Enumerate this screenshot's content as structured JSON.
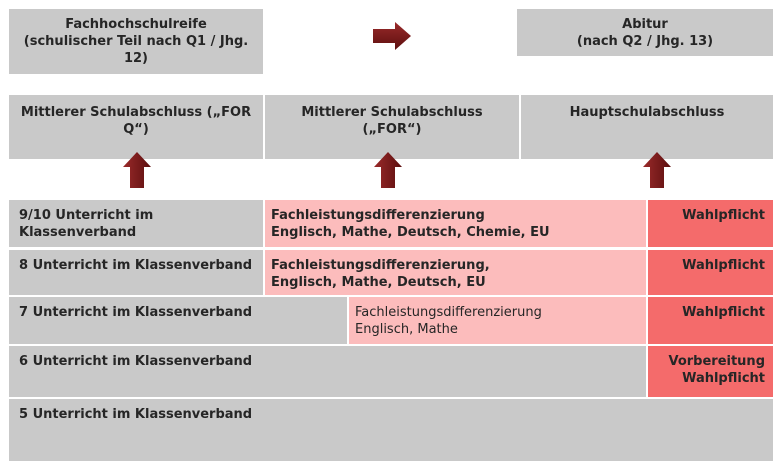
{
  "top": {
    "fachhochschulreife": "Fachhochschulreife\n(schulischer Teil nach Q1 / Jhg. 12)",
    "abitur": "Abitur\n(nach Q2 / Jhg. 13)"
  },
  "abschluss": {
    "mittlerer_for_q": "Mittlerer Schulabschluss („FOR Q“)",
    "mittlerer_for": "Mittlerer Schulabschluss\n(„FOR“)",
    "haupt": "Hauptschulabschluss"
  },
  "rows": {
    "r910": {
      "label": "9/10 Unterricht im\nKlassenverband",
      "diff": "Fachleistungsdifferenzierung\nEnglisch, Mathe, Deutsch, Chemie, EU",
      "wahl": "Wahlpflicht"
    },
    "r8": {
      "label": "8 Unterricht im Klassenverband",
      "diff": "Fachleistungsdifferenzierung,\nEnglisch, Mathe, Deutsch, EU",
      "wahl": "Wahlpflicht"
    },
    "r7": {
      "label": "7 Unterricht im Klassenverband",
      "diff": "Fachleistungsdifferenzierung\nEnglisch, Mathe",
      "wahl": "Wahlpflicht"
    },
    "r6": {
      "label": "6 Unterricht im Klassenverband",
      "wahl": "Vorbereitung\nWahlpflicht"
    },
    "r5": {
      "label": "5 Unterricht im Klassenverband"
    }
  },
  "colors": {
    "grey": "#c9c9c9",
    "pink": "#fcbcbc",
    "red": "#f46b6b",
    "arrow": "#7a1a1a"
  },
  "icons": {
    "right_arrow": "arrow-right-icon",
    "up_arrow": "arrow-up-icon"
  }
}
